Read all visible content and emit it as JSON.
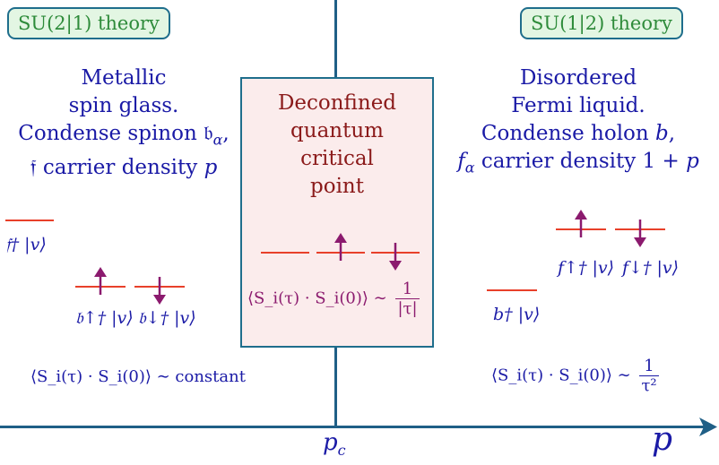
{
  "tags": {
    "left": "SU(2|1) theory",
    "right": "SU(1|2) theory"
  },
  "left_text": {
    "line1": "Metallic",
    "line2": "spin glass.",
    "line3": "Condense spinon 𝔟",
    "line3_sub": "α",
    "line3_tail": ",",
    "line4": "𝔣 carrier density ",
    "line4_var": "p"
  },
  "right_text": {
    "line1": "Disordered",
    "line2": "Fermi liquid.",
    "line3": "Condense holon ",
    "line3_var": "b",
    "line3_tail": ",",
    "line4_var": "f",
    "line4_sub": "α",
    "line4": " carrier density 1 + ",
    "line4_var2": "p"
  },
  "center_text": {
    "line1": "Deconfined",
    "line2": "quantum",
    "line3": "critical",
    "line4": "point"
  },
  "kets": {
    "f_dagger": "𝔣† |v⟩",
    "b_up": "𝔟↑† |v⟩",
    "b_down": "𝔟↓† |v⟩",
    "f_up": "f↑† |v⟩",
    "f_down": "f↓† |v⟩",
    "b_hol": "b† |v⟩"
  },
  "correlators": {
    "left": "⟨S_i(τ) · S_i(0)⟩ ∼ constant",
    "center_lhs": "⟨S_i(τ) · S_i(0)⟩ ∼",
    "center_num": "1",
    "center_den": "|τ|",
    "right_lhs": "⟨S_i(τ) · S_i(0)⟩ ∼",
    "right_num": "1",
    "right_den": "τ²"
  },
  "axis": {
    "critical_label": "p",
    "critical_sub": "c",
    "end_label": "p"
  },
  "colors": {
    "axis": "#1f5f86",
    "level": "#e8402a",
    "arrow": "#8b1a6e",
    "text_blue": "#1a1aa6",
    "title_red": "#8b1a1a",
    "tag_green": "#2e8b3a"
  }
}
